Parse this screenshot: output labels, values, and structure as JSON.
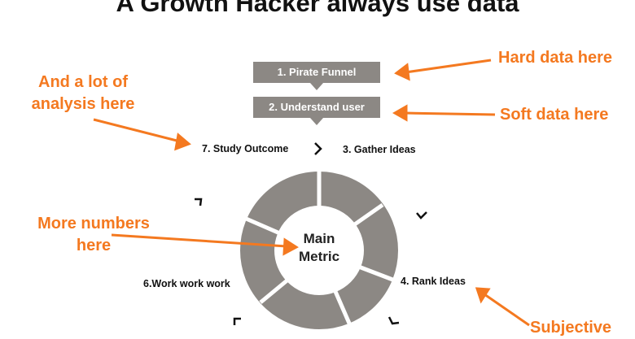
{
  "title": "A Growth Hacker always use data",
  "annotations": {
    "analysis": "And a lot of\nanalysis here",
    "hard_data": "Hard data here",
    "soft_data": "Soft data here",
    "more_numbers": "More numbers\nhere",
    "subjective": "Subjective"
  },
  "steps": {
    "pirate_funnel": "1. Pirate Funnel",
    "understand_user": "2. Understand user",
    "gather_ideas": "3. Gather Ideas",
    "rank_ideas": "4. Rank Ideas",
    "work": "6.Work work work",
    "study_outcome": "7. Study Outcome"
  },
  "center": "Main\nMetric",
  "colors": {
    "accent": "#f47920",
    "box": "#8c8884",
    "ring": "#8c8884",
    "text": "#111111"
  }
}
